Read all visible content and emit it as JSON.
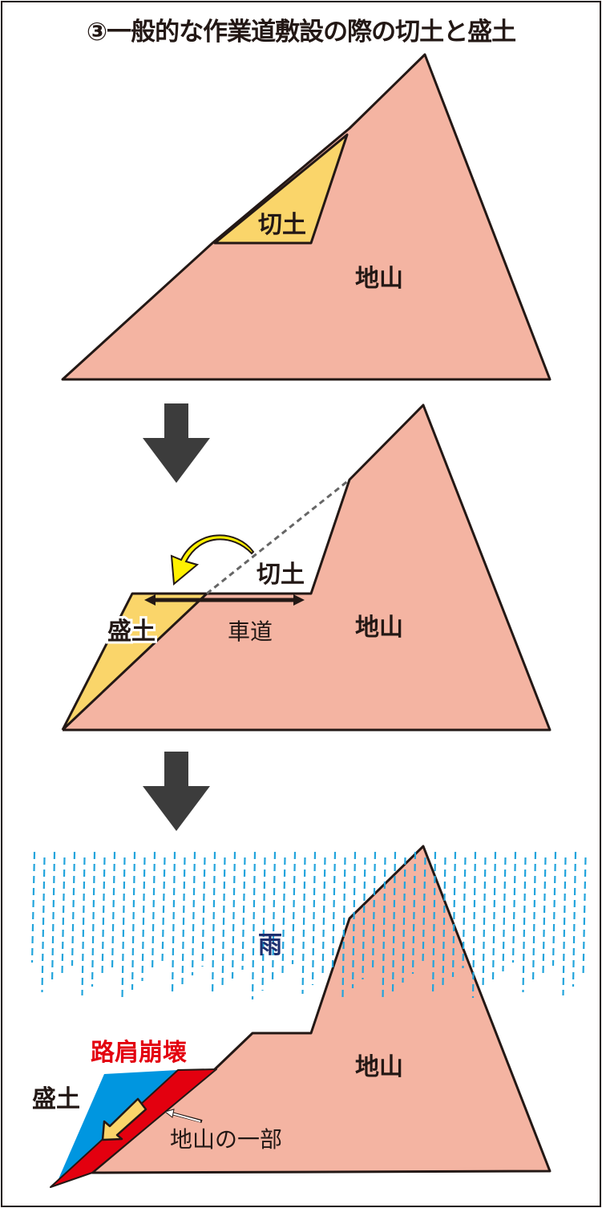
{
  "title": "③一般的な作業道敷設の際の切土と盛土",
  "panel1": {
    "cut_label": "切土",
    "ground_label": "地山"
  },
  "panel2": {
    "cut_label": "切土",
    "fill_label": "盛土",
    "road_label": "車道",
    "ground_label": "地山"
  },
  "panel3": {
    "rain_label": "雨",
    "collapse_label": "路肩崩壊",
    "fill_label": "盛土",
    "ground_part_label": "地山の一部",
    "ground_label": "地山"
  },
  "colors": {
    "ground": "#f4b4a2",
    "fill_soil": "#fad56a",
    "rain": "#22a4dc",
    "collapse": "#e3000f",
    "fill_blue": "#0096e0",
    "arrow": "#3c3c3c",
    "rain_label": "#1d2f6f"
  }
}
